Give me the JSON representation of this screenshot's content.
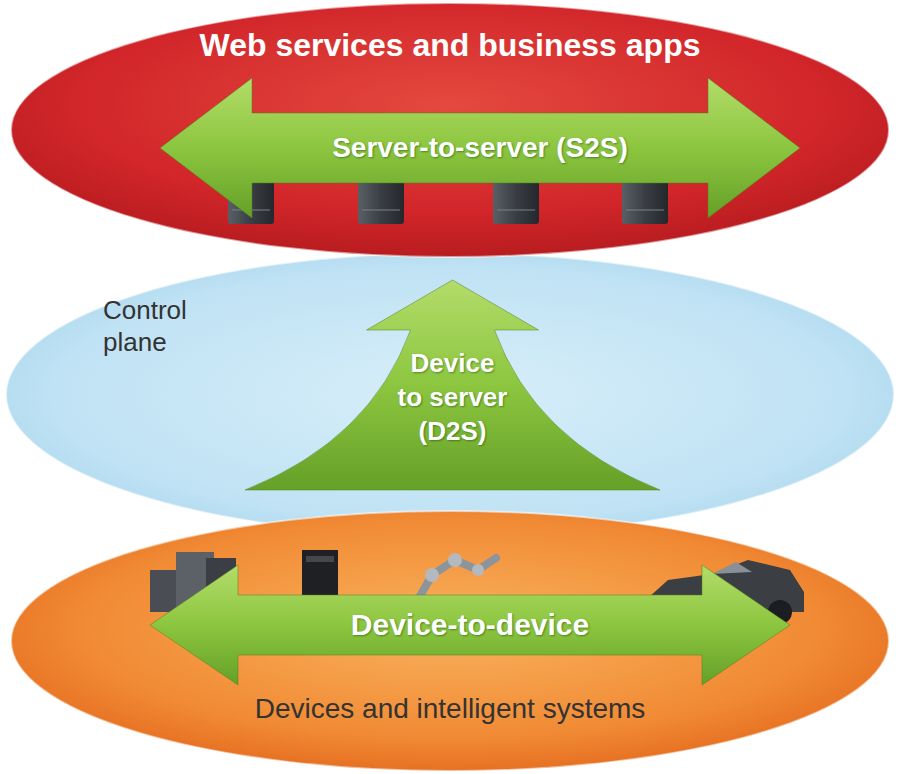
{
  "diagram": {
    "nodes": [
      {
        "text": [
          "Web services and business apps"
        ]
      },
      {
        "text": [
          "Server-to-server (S2S)"
        ],
        "in": 0
      },
      {
        "text": [
          "Control plane"
        ]
      },
      {
        "text": [
          "Device to server (D2S)"
        ],
        "in": 2
      },
      {
        "text": [
          "Devices and intelligent systems"
        ]
      },
      {
        "text": [
          "Device-to-device"
        ],
        "in": 4
      }
    ]
  }
}
